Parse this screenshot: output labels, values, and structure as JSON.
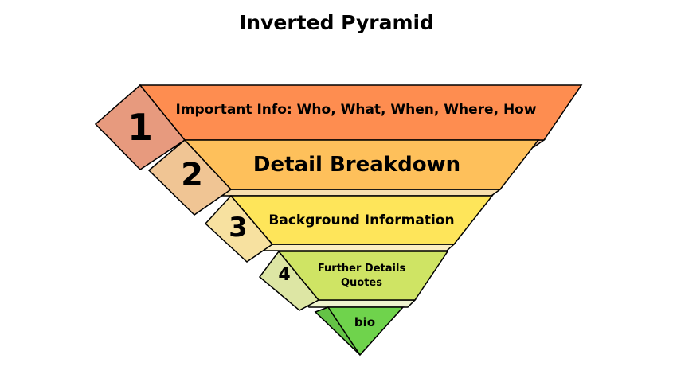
{
  "title": "Inverted Pyramid",
  "levels": [
    {
      "number": "1",
      "line1": "Important Info: Who, What, When, Where, How",
      "color": "#fe8d50",
      "side_color": "#e79a7e"
    },
    {
      "number": "2",
      "line1": "Detail Breakdown",
      "color": "#fec05b",
      "side_color": "#f0c594"
    },
    {
      "number": "3",
      "line1": "Background Information",
      "color": "#fee55a",
      "side_color": "#f7e1a0"
    },
    {
      "number": "4",
      "line1": "Further Details",
      "line2": "Quotes",
      "color": "#cfe464",
      "side_color": "#dde6a4"
    },
    {
      "line1": "bio",
      "color": "#6fd34c",
      "side_color": "#64c346"
    }
  ]
}
